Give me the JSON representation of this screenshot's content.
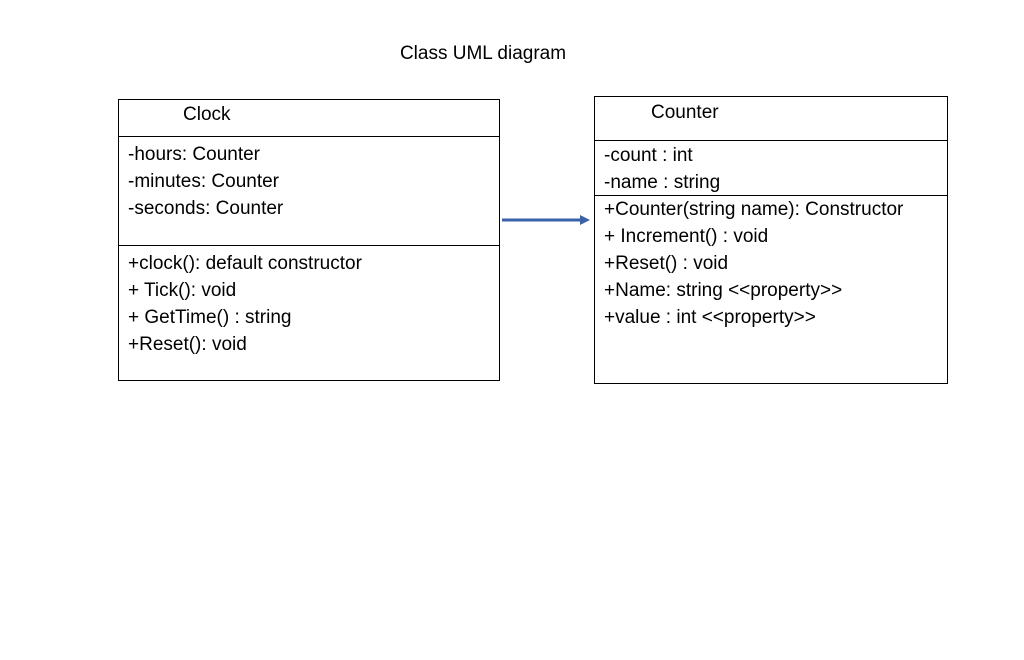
{
  "diagram": {
    "title": "Class UML diagram",
    "arrow_color": "#3a62a8"
  },
  "classes": {
    "clock": {
      "name": "Clock",
      "attributes": [
        "-hours: Counter",
        "-minutes: Counter",
        "-seconds: Counter"
      ],
      "operations": [
        "+clock(): default constructor",
        "+ Tick(): void",
        "+ GetTime() : string",
        "+Reset(): void"
      ]
    },
    "counter": {
      "name": "Counter",
      "attributes": [
        "-count : int",
        "-name : string"
      ],
      "operations": [
        "+Counter(string name): Constructor",
        "+ Increment() : void",
        "+Reset() : void",
        "+Name: string <<property>>",
        "+value : int <<property>>"
      ]
    }
  }
}
